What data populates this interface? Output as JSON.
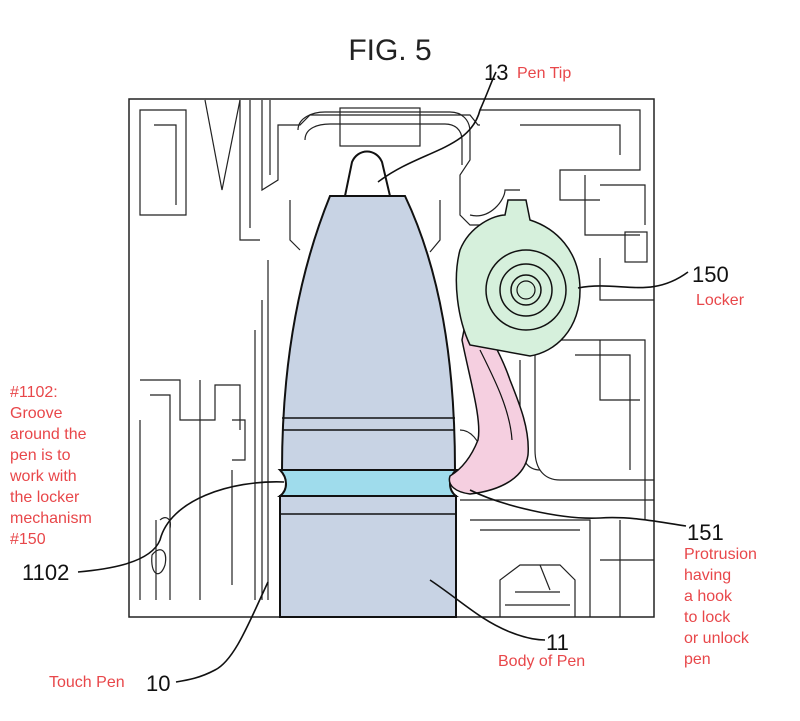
{
  "figure": {
    "title": "FIG. 5"
  },
  "labels": {
    "pen_tip": {
      "ref": "13",
      "text": "Pen Tip"
    },
    "locker": {
      "ref": "150",
      "text": "Locker"
    },
    "groove": {
      "ref": "1102",
      "lines": [
        "#1102:",
        "Groove",
        "around the",
        "pen is to",
        "work with",
        "the locker",
        "mechanism",
        "#150"
      ]
    },
    "protrusion": {
      "ref": "151",
      "lines": [
        "Protrusion",
        "having",
        "a hook",
        "to lock",
        "or unlock",
        "pen"
      ]
    },
    "body": {
      "ref": "11",
      "text": "Body of Pen"
    },
    "touch_pen": {
      "ref": "10",
      "text": "Touch Pen"
    }
  },
  "colors": {
    "annotation_red": "#e8474a",
    "pen_body_fill": "#c8d3e4",
    "groove_fill": "#9fdcec",
    "locker_fill": "#d6f0dc",
    "protrusion_fill": "#f5cfe0",
    "line": "#111111"
  }
}
